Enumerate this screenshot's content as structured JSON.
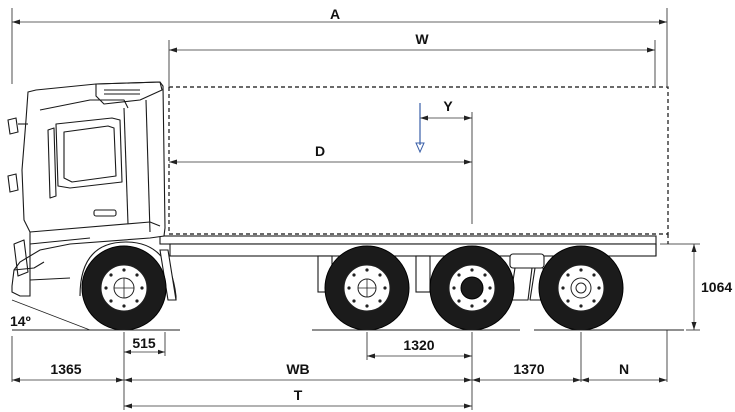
{
  "dimensions": {
    "A": "A",
    "W": "W",
    "Y": "Y",
    "D": "D",
    "WB": "WB",
    "T": "T",
    "N": "N",
    "front_overhang": "1365",
    "front_axle_offset": "515",
    "axle_spacing_1": "1320",
    "axle_spacing_2": "1370",
    "frame_height": "1064",
    "approach_angle": "14º"
  },
  "colors": {
    "line": "#1a1a1a",
    "load_arrow": "#3a5fa8",
    "tire": "#1b1b1b"
  },
  "icons": {
    "load_arrow": "down-arrow-icon"
  }
}
